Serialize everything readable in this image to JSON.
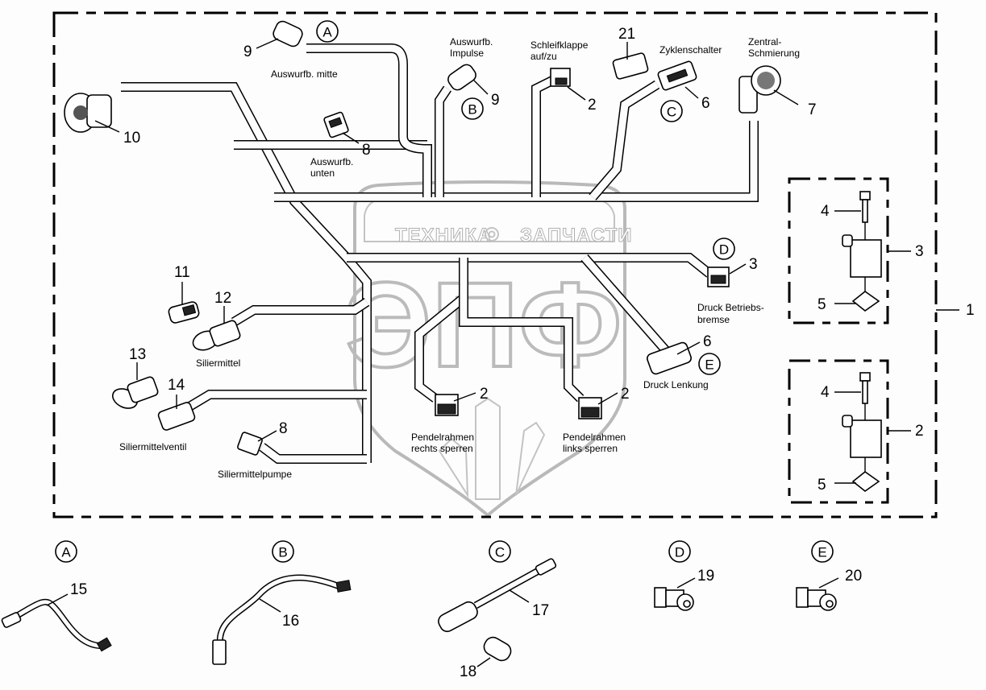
{
  "diagram": {
    "title": "Wiring harness exploded view",
    "watermark": {
      "left": "ТЕХНИКА",
      "right": "ЗАПЧАСТИ",
      "logo": "ЭПФ",
      "gear_icon": "gear-icon"
    },
    "assembly_number": "1",
    "callouts": {
      "A": "A",
      "B": "B",
      "C": "C",
      "D": "D",
      "E": "E"
    },
    "parts": [
      {
        "id": "p9a",
        "number": "9",
        "label": "Auswurfb. mitte",
        "callout": "A"
      },
      {
        "id": "p9b",
        "number": "9",
        "label": "Auswurfb. Impulse",
        "callout": "B"
      },
      {
        "id": "p2a",
        "number": "2",
        "label": "Schleifklappe auf/zu"
      },
      {
        "id": "p21",
        "number": "21",
        "label": ""
      },
      {
        "id": "p6a",
        "number": "6",
        "label": "Zyklenschalter",
        "callout": "C"
      },
      {
        "id": "p7",
        "number": "7",
        "label": "Zentral- Schmierung"
      },
      {
        "id": "p10",
        "number": "10",
        "label": ""
      },
      {
        "id": "p8a",
        "number": "8",
        "label": "Auswurfb. unten"
      },
      {
        "id": "p3",
        "number": "3",
        "label": "Druck Betriebs- bremse",
        "callout": "D"
      },
      {
        "id": "p6b",
        "number": "6",
        "label": "Druck Lenkung",
        "callout": "E"
      },
      {
        "id": "p11",
        "number": "11",
        "label": ""
      },
      {
        "id": "p12",
        "number": "12",
        "label": "Siliermittel"
      },
      {
        "id": "p13",
        "number": "13",
        "label": ""
      },
      {
        "id": "p14",
        "number": "14",
        "label": "Siliermittelventil"
      },
      {
        "id": "p8b",
        "number": "8",
        "label": "Siliermittelpumpe"
      },
      {
        "id": "p2b",
        "number": "2",
        "label": "Pendelrahmen rechts sperren"
      },
      {
        "id": "p2c",
        "number": "2",
        "label": "Pendelrahmen links sperren"
      }
    ],
    "label_lines": {
      "auswurfb_mitte": "Auswurfb. mitte",
      "auswurfb_impulse_1": "Auswurfb.",
      "auswurfb_impulse_2": "Impulse",
      "schleifklappe_1": "Schleifklappe",
      "schleifklappe_2": "auf/zu",
      "zyklenschalter": "Zyklenschalter",
      "zentral_1": "Zentral-",
      "zentral_2": "Schmierung",
      "auswurfb_unten_1": "Auswurfb.",
      "auswurfb_unten_2": "unten",
      "druck_betrieb_1": "Druck Betriebs-",
      "druck_betrieb_2": "bremse",
      "druck_lenkung": "Druck Lenkung",
      "siliermittel": "Siliermittel",
      "siliermittelventil": "Siliermittelventil",
      "siliermittelpumpe": "Siliermittelpumpe",
      "pendel_r_1": "Pendelrahmen",
      "pendel_r_2": "rechts sperren",
      "pendel_l_1": "Pendelrahmen",
      "pendel_l_2": "links sperren"
    },
    "numbers": {
      "n9a": "9",
      "n9b": "9",
      "n2a": "2",
      "n21": "21",
      "n6a": "6",
      "n7": "7",
      "n10": "10",
      "n8a": "8",
      "n3": "3",
      "n6b": "6",
      "n11": "11",
      "n12": "12",
      "n13": "13",
      "n14": "14",
      "n8b": "8",
      "n2b": "2",
      "n2c": "2",
      "n1": "1"
    },
    "kits": [
      {
        "number": "3",
        "bolt": "4",
        "seal": "5"
      },
      {
        "number": "2",
        "bolt": "4",
        "seal": "5"
      }
    ],
    "detail_views": [
      {
        "callout": "A",
        "parts": [
          "15"
        ]
      },
      {
        "callout": "B",
        "parts": [
          "16"
        ]
      },
      {
        "callout": "C",
        "parts": [
          "17",
          "18"
        ]
      },
      {
        "callout": "D",
        "parts": [
          "19"
        ]
      },
      {
        "callout": "E",
        "parts": [
          "20"
        ]
      }
    ]
  }
}
